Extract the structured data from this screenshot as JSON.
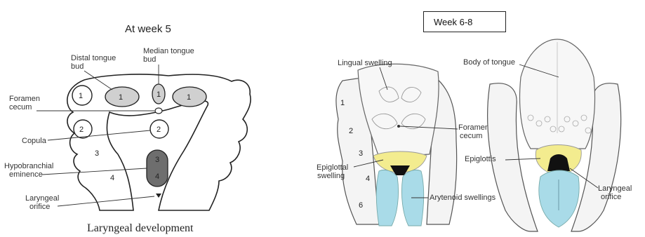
{
  "left_panel": {
    "title": "At week 5",
    "caption": "Laryngeal development",
    "labels": {
      "distal_tongue_bud": [
        "Distal tongue",
        "bud"
      ],
      "median_tongue_bud": [
        "Median tongue",
        "bud"
      ],
      "foramen_cecum": [
        "Foramen",
        "cecum"
      ],
      "copula": "Copula",
      "hypobranchial_eminence": [
        "Hypobranchial",
        "eminence"
      ],
      "laryngeal_orifice": [
        "Laryngeal",
        "orifice"
      ]
    },
    "arch_numbers": [
      "1",
      "2",
      "3",
      "4"
    ],
    "bud_numbers": [
      "1",
      "1",
      "1",
      "2",
      "3",
      "4"
    ]
  },
  "right_panel": {
    "title": "Week 6-8",
    "labels": {
      "lingual_swelling": "Lingual swelling",
      "body_of_tongue": "Body of tongue",
      "foramen_cecum": [
        "Foramen",
        "cecum"
      ],
      "epiglottal_swelling": [
        "Epiglottal",
        "swelling"
      ],
      "arytenoid_swellings": "Arytenoid swellings",
      "epiglottis": "Epiglottis",
      "laryngeal_orifice": [
        "Laryngeal",
        "orifice"
      ]
    },
    "arch_numbers": [
      "1",
      "2",
      "3",
      "4",
      "6"
    ]
  },
  "colors": {
    "tongue_bud_fill": "#d0d0d0",
    "hypobranchial_fill": "#6e6e6e",
    "epiglottis_yellow": "#f3ec8f",
    "arytenoid_blue": "#a9dbe8"
  }
}
